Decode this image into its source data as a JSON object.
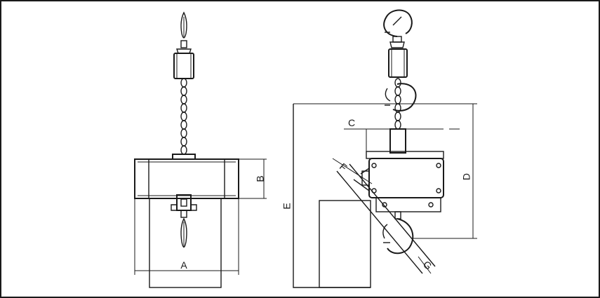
{
  "dimensions": {
    "a": "A",
    "b": "B",
    "c": "C",
    "d": "D",
    "e": "E",
    "f": "F",
    "g": "G"
  }
}
